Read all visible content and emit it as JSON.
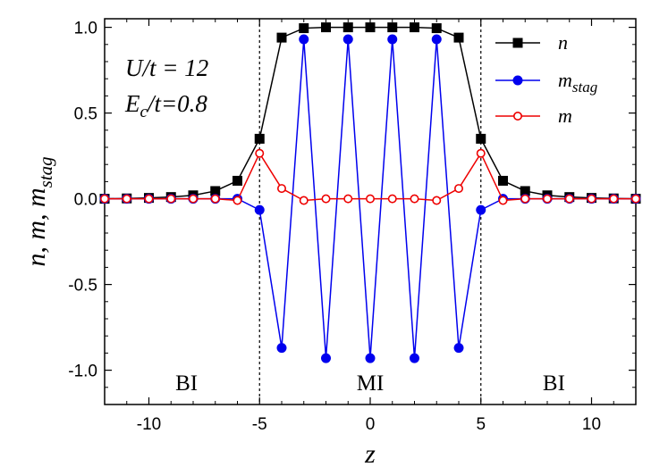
{
  "chart_data": {
    "type": "line",
    "xlabel": "z",
    "ylabel": {
      "base": "n, m, m",
      "sub": "stag"
    },
    "xlim": [
      -12,
      12
    ],
    "ylim": [
      -1.2,
      1.05
    ],
    "xticks": [
      -10,
      -5,
      0,
      5,
      10
    ],
    "xtick_labels": [
      "-10",
      "-5",
      "0",
      "5",
      "10"
    ],
    "yticks": [
      1.0,
      0.5,
      0.0,
      -0.5,
      -1.0
    ],
    "ytick_labels": [
      "1.0",
      "0.5",
      "0.0",
      "-0.5",
      "-1.0"
    ],
    "grid": false,
    "legend_position": "top-right",
    "vlines": [
      -5,
      5
    ],
    "annotations": {
      "line1": "U/t = 12",
      "line2_base": "E",
      "line2_sub": "c",
      "line2_rest": "/t=0.8"
    },
    "regions": [
      {
        "label": "BI",
        "x": -8.3
      },
      {
        "label": "MI",
        "x": 0
      },
      {
        "label": "BI",
        "x": 8.3
      }
    ],
    "x": [
      -12,
      -11,
      -10,
      -9,
      -8,
      -7,
      -6,
      -5,
      -4,
      -3,
      -2,
      -1,
      0,
      1,
      2,
      3,
      4,
      5,
      6,
      7,
      8,
      9,
      10,
      11,
      12
    ],
    "series": [
      {
        "name": "n",
        "name_sub": "",
        "color": "#000000",
        "marker": "square",
        "fill": "filled",
        "values": [
          0.0,
          0.002,
          0.005,
          0.01,
          0.02,
          0.045,
          0.105,
          0.35,
          0.94,
          0.995,
          1.0,
          1.0,
          1.0,
          1.0,
          1.0,
          0.995,
          0.94,
          0.35,
          0.105,
          0.045,
          0.02,
          0.01,
          0.005,
          0.002,
          0.0
        ]
      },
      {
        "name": "m",
        "name_sub": "stag",
        "color": "#0000ee",
        "marker": "circle",
        "fill": "filled",
        "values": [
          0.0,
          0.0,
          0.0,
          0.0,
          0.0,
          0.0,
          0.0,
          -0.065,
          -0.87,
          0.93,
          -0.93,
          0.93,
          -0.93,
          0.93,
          -0.93,
          0.93,
          -0.87,
          -0.065,
          0.0,
          0.0,
          0.0,
          0.0,
          0.0,
          0.0,
          0.0
        ]
      },
      {
        "name": "m",
        "name_sub": "",
        "color": "#ee0000",
        "marker": "circle",
        "fill": "open",
        "values": [
          0.0,
          0.0,
          0.0,
          0.0,
          0.0,
          0.0,
          -0.01,
          0.265,
          0.06,
          -0.01,
          0.0,
          0.0,
          0.0,
          0.0,
          0.0,
          -0.01,
          0.06,
          0.265,
          -0.01,
          0.0,
          0.0,
          0.0,
          0.0,
          0.0,
          0.0
        ]
      }
    ]
  }
}
